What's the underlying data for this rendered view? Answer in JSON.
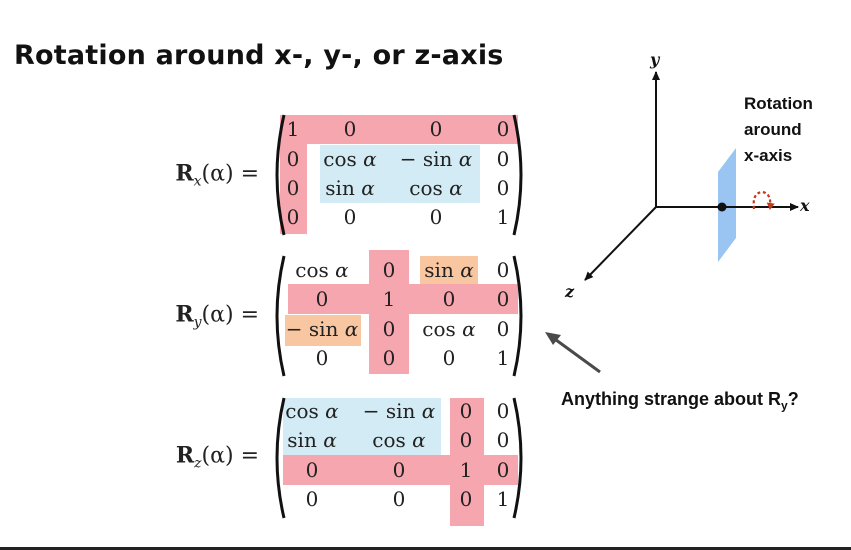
{
  "title": "Rotation around x-, y-, or z-axis",
  "colors": {
    "red": "#f6a6ae",
    "blue": "#d3ebf4",
    "orange": "#f8c7a1"
  },
  "rx": {
    "lhs_bold": "R",
    "lhs_sub": "x",
    "lhs_rest": "(α) =",
    "cells": [
      [
        "1",
        "0",
        "0",
        "0"
      ],
      [
        "0",
        "cos α",
        "− sin α",
        "0"
      ],
      [
        "0",
        "sin α",
        "cos α",
        "0"
      ],
      [
        "0",
        "0",
        "0",
        "1"
      ]
    ]
  },
  "ry": {
    "lhs_bold": "R",
    "lhs_sub": "y",
    "lhs_rest": "(α) =",
    "cells": [
      [
        "cos α",
        "0",
        "sin α",
        "0"
      ],
      [
        "0",
        "1",
        "0",
        "0"
      ],
      [
        "− sin α",
        "0",
        "cos α",
        "0"
      ],
      [
        "0",
        "0",
        "0",
        "1"
      ]
    ]
  },
  "rz": {
    "lhs_bold": "R",
    "lhs_sub": "z",
    "lhs_rest": "(α) =",
    "cells": [
      [
        "cos α",
        "− sin α",
        "0",
        "0"
      ],
      [
        "sin α",
        "cos α",
        "0",
        "0"
      ],
      [
        "0",
        "0",
        "1",
        "0"
      ],
      [
        "0",
        "0",
        "0",
        "1"
      ]
    ]
  },
  "diagram": {
    "y_label": "y",
    "x_label": "x",
    "z_label": "z",
    "rotation_note": [
      "Rotation",
      "around",
      "x-axis"
    ]
  },
  "question": "Anything strange about R",
  "question_sub": "y",
  "question_end": "?"
}
